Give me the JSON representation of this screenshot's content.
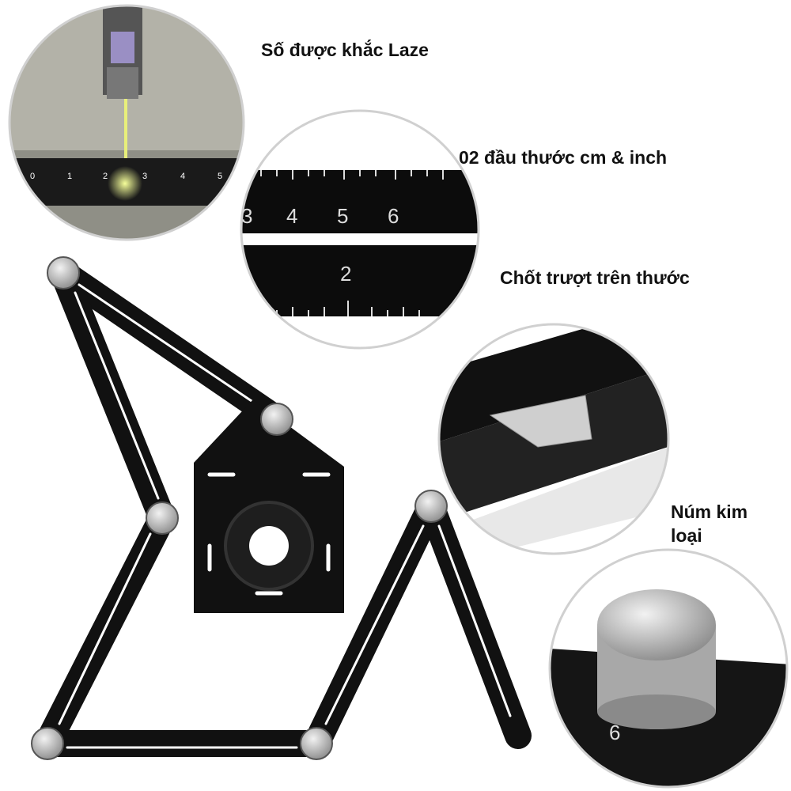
{
  "captions": {
    "laser": "Số được khắc Laze",
    "ends": "02 đầu thước cm & inch",
    "slider": "Chốt trượt trên thước",
    "knob": "Núm kim loại"
  },
  "detail_scales": {
    "laser_ruler": [
      "0",
      "1",
      "2",
      "3",
      "4",
      "5"
    ],
    "cm_ruler": [
      "3",
      "4",
      "5",
      "6"
    ],
    "inch_ruler": [
      "2"
    ],
    "knob_ruler": [
      "6"
    ]
  },
  "colors": {
    "ruler": "#111111",
    "knob": "#bdbdbd",
    "laser": "#d6f04a",
    "border": "#cfcfcf"
  }
}
